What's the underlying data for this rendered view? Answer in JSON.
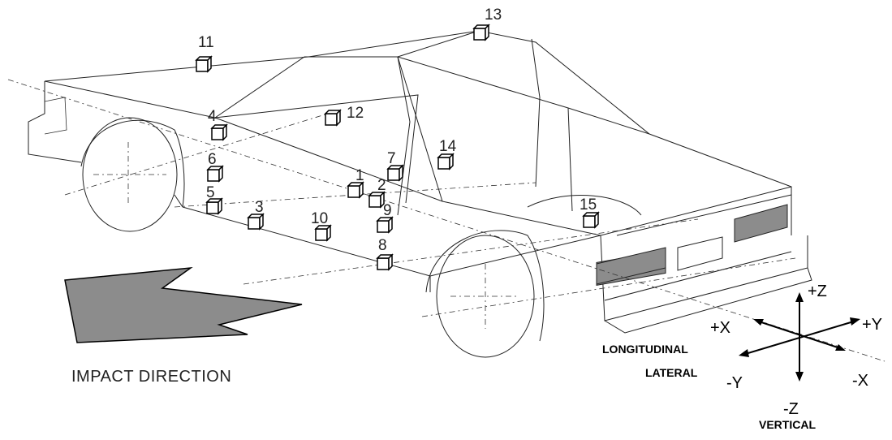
{
  "caption": "IMPACT DIRECTION",
  "sensors": [
    "1",
    "2",
    "3",
    "4",
    "5",
    "6",
    "7",
    "8",
    "9",
    "10",
    "11",
    "12",
    "13",
    "14",
    "15"
  ],
  "axes": {
    "plus_z": "+Z",
    "minus_z": "-Z",
    "plus_x": "+X",
    "minus_x": "-X",
    "plus_y": "+Y",
    "minus_y": "-Y",
    "longitudinal": "LONGITUDINAL",
    "lateral": "LATERAL",
    "vertical": "VERTICAL"
  },
  "colors": {
    "panel": "#8c8c8c",
    "arrow_fill": "#8c8c8c",
    "line": "#222222"
  },
  "icons": [
    "sensor-cube-icon",
    "impact-arrow-icon",
    "axis-triad-icon"
  ]
}
